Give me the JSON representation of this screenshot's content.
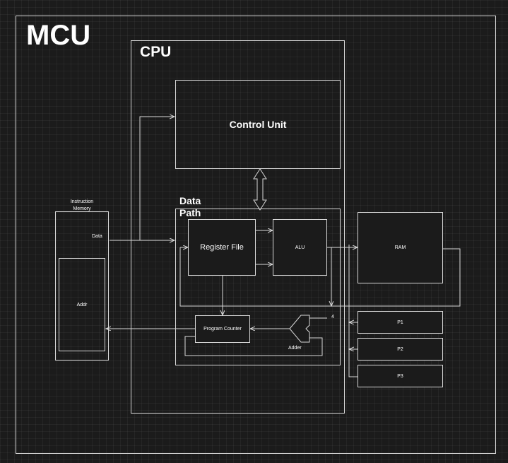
{
  "mcu": {
    "title": "MCU"
  },
  "cpu": {
    "title": "CPU"
  },
  "control_unit": {
    "label": "Control Unit"
  },
  "datapath": {
    "title": "Data Path"
  },
  "register_file": {
    "label": "Register File"
  },
  "alu": {
    "label": "ALU"
  },
  "program_counter": {
    "label": "Program Counter"
  },
  "adder": {
    "label": "Adder",
    "constant": "4"
  },
  "instruction_memory": {
    "title": "Instruction Memory",
    "data_port": "Data",
    "addr_port": "Addr"
  },
  "ram": {
    "label": "RAM"
  },
  "peripherals": [
    "P1",
    "P2",
    "P3"
  ],
  "colors": {
    "background": "#1b1b1b",
    "stroke": "#d8d8d8",
    "text": "#ffffff"
  }
}
